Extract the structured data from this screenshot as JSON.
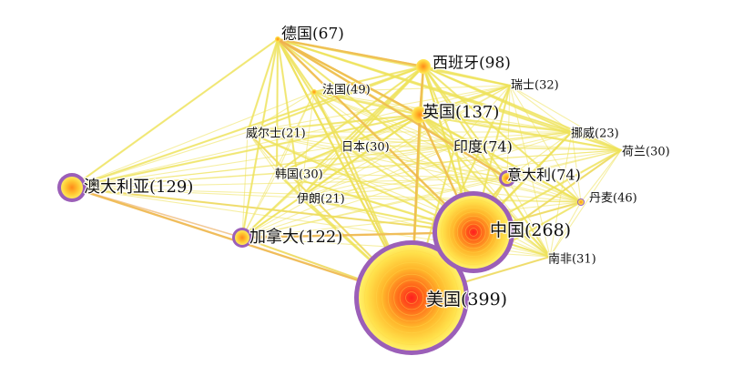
{
  "colors": {
    "edge_yellow": "#eee25a",
    "edge_orange": "#f0a94e",
    "edge_pink": "#f2a6b2",
    "ring": "#9b5fb8",
    "core_red": "#ff2020",
    "core_yellow": "#ffeb3b"
  },
  "nodes": [
    {
      "id": "usa",
      "label": "美国(399)",
      "count": 399
    },
    {
      "id": "china",
      "label": "中国(268)",
      "count": 268
    },
    {
      "id": "england",
      "label": "英国(137)",
      "count": 137
    },
    {
      "id": "australia",
      "label": "澳大利亚(129)",
      "count": 129
    },
    {
      "id": "canada",
      "label": "加拿大(122)",
      "count": 122
    },
    {
      "id": "spain",
      "label": "西班牙(98)",
      "count": 98
    },
    {
      "id": "india",
      "label": "印度(74)",
      "count": 74
    },
    {
      "id": "italy",
      "label": "意大利(74)",
      "count": 74
    },
    {
      "id": "germany",
      "label": "德国(67)",
      "count": 67
    },
    {
      "id": "france",
      "label": "法国(49)",
      "count": 49
    },
    {
      "id": "denmark",
      "label": "丹麦(46)",
      "count": 46
    },
    {
      "id": "switzerland",
      "label": "瑞士(32)",
      "count": 32
    },
    {
      "id": "southafrica",
      "label": "南非(31)",
      "count": 31
    },
    {
      "id": "japan",
      "label": "日本(30)",
      "count": 30
    },
    {
      "id": "korea",
      "label": "韩国(30)",
      "count": 30
    },
    {
      "id": "netherlands",
      "label": "荷兰(30)",
      "count": 30
    },
    {
      "id": "norway",
      "label": "挪威(23)",
      "count": 23
    },
    {
      "id": "wales",
      "label": "威尔士(21)",
      "count": 21
    },
    {
      "id": "iran",
      "label": "伊朗(21)",
      "count": 21
    }
  ]
}
